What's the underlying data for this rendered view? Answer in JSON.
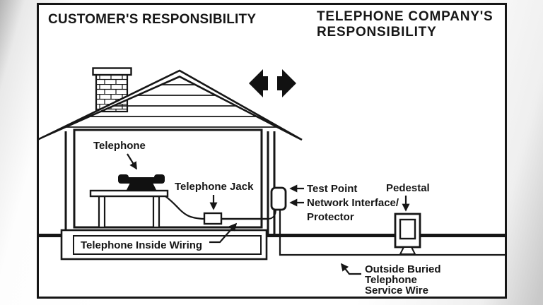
{
  "diagram": {
    "title_left": "CUSTOMER'S RESPONSIBILITY",
    "title_right": {
      "lines": [
        "TELEPHONE COMPANY'S",
        "RESPONSIBILITY"
      ]
    },
    "labels": {
      "telephone": "Telephone",
      "telephone_jack": "Telephone Jack",
      "inside_wiring": "Telephone Inside Wiring",
      "test_point": "Test Point",
      "network_interface": "Network Interface/",
      "protector": "Protector",
      "pedestal": "Pedestal",
      "buried_wire": {
        "lines": [
          "Outside Buried",
          "Telephone",
          "Service Wire"
        ]
      }
    },
    "colors": {
      "ink": "#161616",
      "paper": "#ffffff"
    }
  }
}
